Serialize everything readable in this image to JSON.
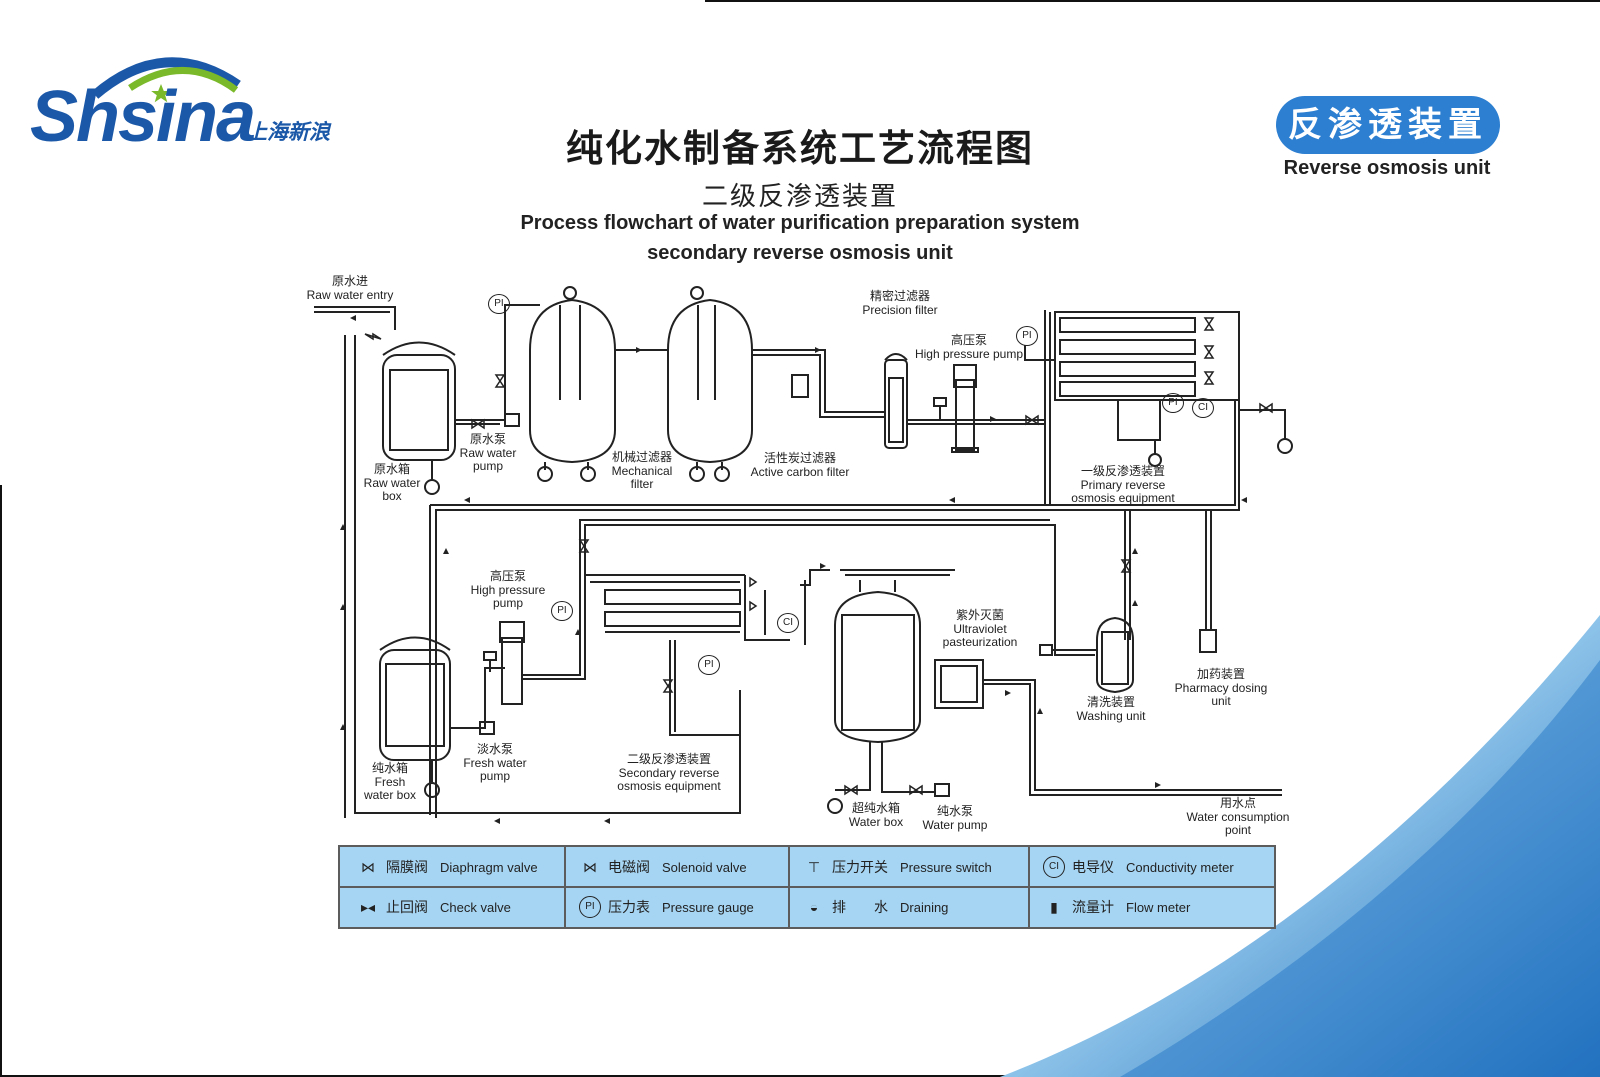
{
  "logo": {
    "brand": "Shsina",
    "cn": "上海新浪"
  },
  "badge": {
    "cn": "反渗透装置",
    "en": "Reverse osmosis unit"
  },
  "title": {
    "cn_main": "纯化水制备系统工艺流程图",
    "cn_sub": "二级反渗透装置",
    "en_line1": "Process flowchart of water purification preparation system",
    "en_line2": "secondary reverse osmosis unit"
  },
  "labels": {
    "raw_water_entry": {
      "cn": "原水进",
      "en": "Raw water entry"
    },
    "raw_water_box": {
      "cn": "原水箱",
      "en1": "Raw water",
      "en2": "box"
    },
    "raw_water_pump": {
      "cn": "原水泵",
      "en1": "Raw water",
      "en2": "pump"
    },
    "mechanical_filter": {
      "cn": "机械过滤器",
      "en1": "Mechanical",
      "en2": "filter"
    },
    "active_carbon_filter": {
      "cn": "活性炭过滤器",
      "en": "Active carbon filter"
    },
    "precision_filter": {
      "cn": "精密过滤器",
      "en": "Precision filter"
    },
    "high_pressure_pump_1": {
      "cn": "高压泵",
      "en": "High pressure pump"
    },
    "primary_ro": {
      "cn": "一级反渗透装置",
      "en1": "Primary reverse",
      "en2": "osmosis equipment"
    },
    "high_pressure_pump_2": {
      "cn": "高压泵",
      "en1": "High pressure",
      "en2": "pump"
    },
    "fresh_water_box": {
      "cn": "纯水箱",
      "en1": "Fresh",
      "en2": "water box"
    },
    "fresh_water_pump": {
      "cn": "淡水泵",
      "en1": "Fresh water",
      "en2": "pump"
    },
    "secondary_ro": {
      "cn": "二级反渗透装置",
      "en1": "Secondary reverse",
      "en2": "osmosis equipment"
    },
    "uv": {
      "cn": "紫外灭菌",
      "en1": "Ultraviolet",
      "en2": "pasteurization"
    },
    "washing_unit": {
      "cn": "清洗装置",
      "en": "Washing unit"
    },
    "pharmacy_dosing": {
      "cn": "加药装置",
      "en1": "Pharmacy dosing",
      "en2": "unit"
    },
    "ultrapure_water_box": {
      "cn": "超纯水箱",
      "en": "Water box"
    },
    "water_pump": {
      "cn": "纯水泵",
      "en": "Water pump"
    },
    "water_consumption": {
      "cn": "用水点",
      "en1": "Water consumption",
      "en2": "point"
    },
    "pi": "PI",
    "ci": "CI"
  },
  "legend": {
    "diaphragm_valve": {
      "cn": "隔膜阀",
      "en": "Diaphragm valve"
    },
    "solenoid_valve": {
      "cn": "电磁阀",
      "en": "Solenoid valve"
    },
    "pressure_switch": {
      "cn": "压力开关",
      "en": "Pressure switch"
    },
    "conductivity_meter": {
      "cn": "电导仪",
      "en": "Conductivity meter",
      "sym": "CI"
    },
    "check_valve": {
      "cn": "止回阀",
      "en": "Check valve"
    },
    "pressure_gauge": {
      "cn": "压力表",
      "en": "Pressure gauge",
      "sym": "PI"
    },
    "draining": {
      "cn": "排　　水",
      "en": "Draining"
    },
    "flow_meter": {
      "cn": "流量计",
      "en": "Flow meter"
    }
  },
  "colors": {
    "brand_blue": "#1b58a8",
    "badge_blue": "#2d7fd1",
    "legend_bg": "#a6d5f3",
    "swoosh_green": "#7ab929"
  }
}
